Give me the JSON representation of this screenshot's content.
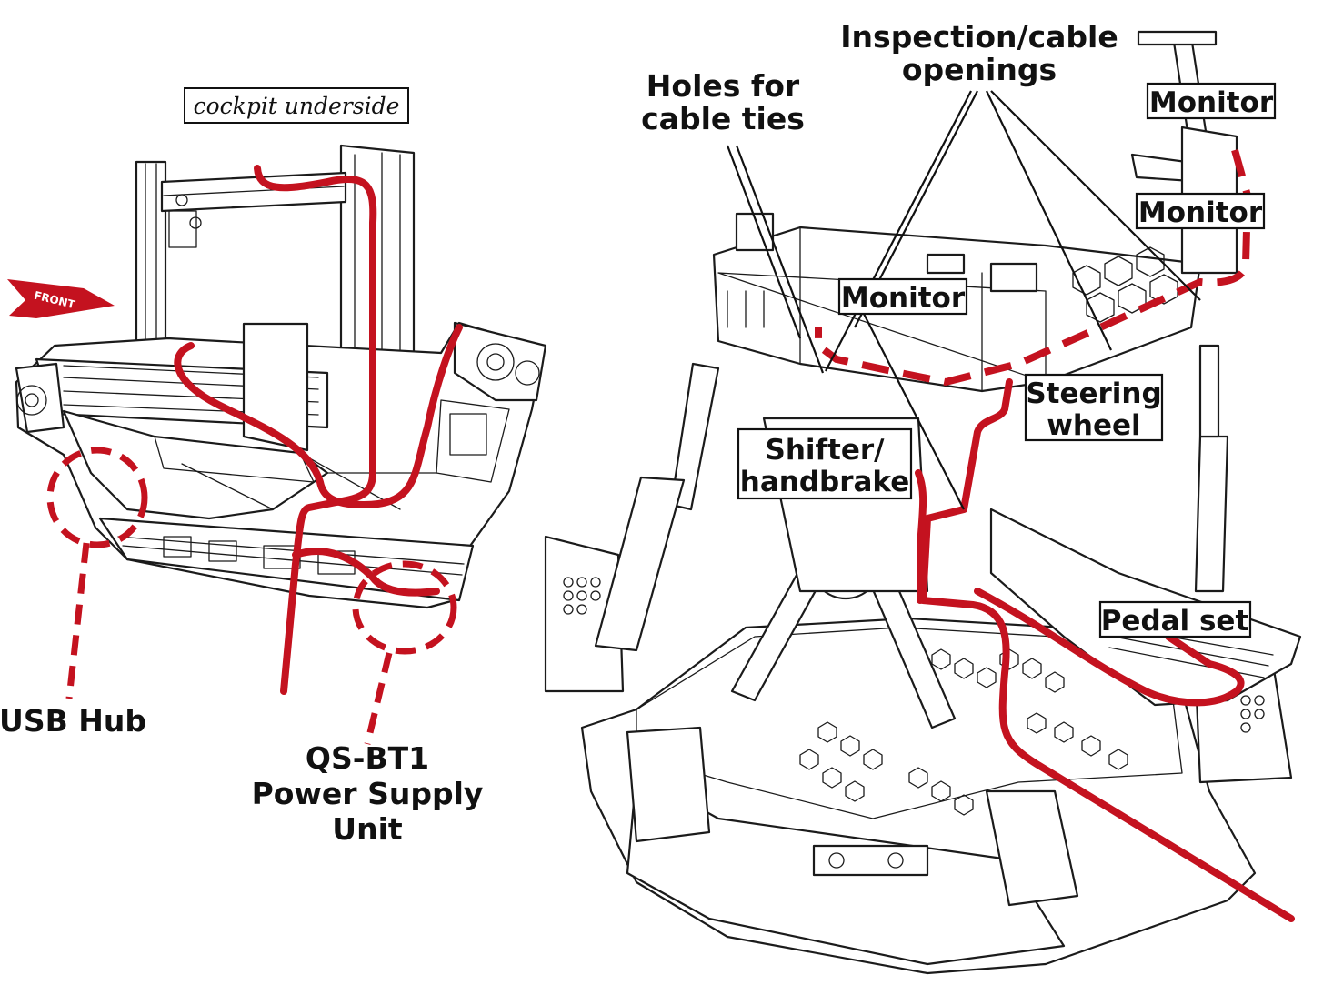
{
  "left_view": {
    "caption": "cockpit underside",
    "front_tag": "FRONT",
    "usb_hub": "USB Hub",
    "psu_line1": "QS-BT1",
    "psu_line2": "Power Supply",
    "psu_line3": "Unit"
  },
  "right_view": {
    "holes_line1": "Holes for",
    "holes_line2": "cable ties",
    "inspection_line1": "Inspection/cable",
    "inspection_line2": "openings",
    "monitor_top": "Monitor",
    "monitor_mid": "Monitor",
    "monitor_center": "Monitor",
    "steering_line1": "Steering",
    "steering_line2": "wheel",
    "shifter_line1": "Shifter/",
    "shifter_line2": "handbrake",
    "pedal_set": "Pedal set"
  },
  "colors": {
    "cable": "#c4121f",
    "line": "#1b1b1b"
  }
}
